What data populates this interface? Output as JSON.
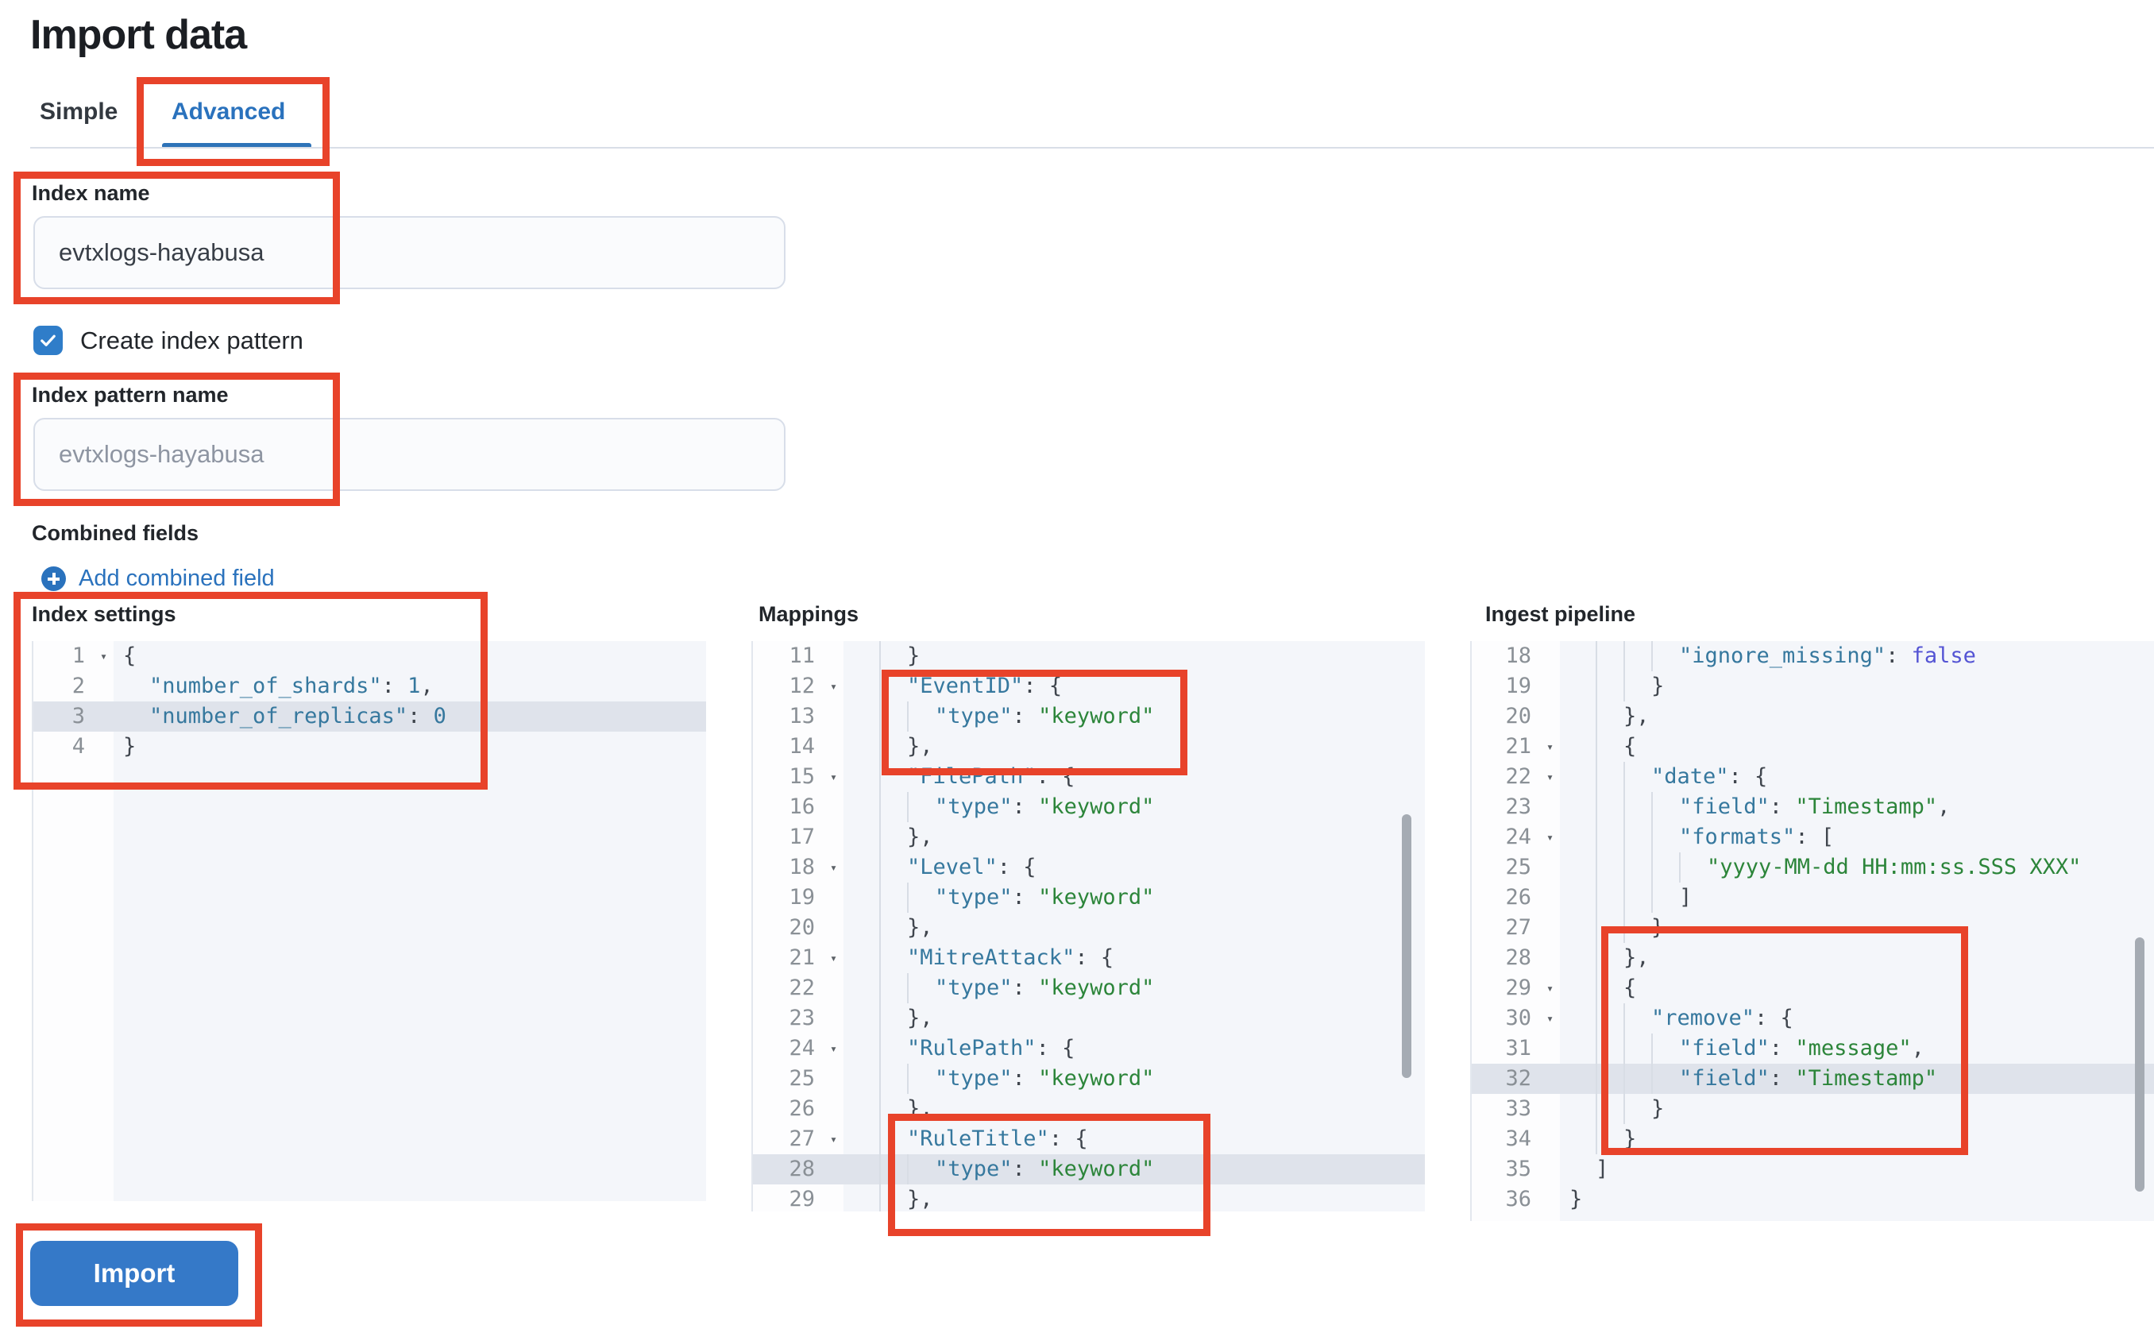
{
  "page": {
    "title": "Import data"
  },
  "tabs": {
    "simple": "Simple",
    "advanced": "Advanced"
  },
  "form": {
    "index_name_label": "Index name",
    "index_name_value": "evtxlogs-hayabusa",
    "create_index_pattern_label": "Create index pattern",
    "create_index_pattern_checked": true,
    "index_pattern_label": "Index pattern name",
    "index_pattern_placeholder": "evtxlogs-hayabusa",
    "combined_fields_label": "Combined fields",
    "add_combined_field_label": "Add combined field"
  },
  "actions": {
    "import_label": "Import"
  },
  "colors": {
    "annotation_red": "#e8432a",
    "link_blue": "#2a72bd",
    "button_blue": "#3579c8",
    "checkbox_blue": "#2f7dc9",
    "code_key": "#36789e",
    "code_string": "#2c853a",
    "code_boolean": "#5454d4",
    "editor_background": "#f4f6fa",
    "active_line": "#dfe3eb"
  },
  "editors": [
    {
      "label": "Index settings",
      "lines": [
        {
          "n": 1,
          "u": 0,
          "fold": true,
          "segs": [
            [
              "p",
              "{"
            ]
          ]
        },
        {
          "n": 2,
          "u": 1,
          "segs": [
            [
              "k",
              "\"number_of_shards\""
            ],
            [
              "p",
              ": "
            ],
            [
              "n",
              "1"
            ],
            [
              "p",
              ","
            ]
          ]
        },
        {
          "n": 3,
          "u": 1,
          "active": true,
          "segs": [
            [
              "k",
              "\"number_of_replicas\""
            ],
            [
              "p",
              ": "
            ],
            [
              "n",
              "0"
            ]
          ]
        },
        {
          "n": 4,
          "u": 0,
          "segs": [
            [
              "p",
              "}"
            ]
          ]
        }
      ]
    },
    {
      "label": "Mappings",
      "lines": [
        {
          "n": 11,
          "u": 2,
          "segs": [
            [
              "p",
              "}"
            ]
          ]
        },
        {
          "n": 12,
          "u": 2,
          "fold": true,
          "segs": [
            [
              "k",
              "\"EventID\""
            ],
            [
              "p",
              ": {"
            ]
          ]
        },
        {
          "n": 13,
          "u": 3,
          "segs": [
            [
              "k",
              "\"type\""
            ],
            [
              "p",
              ": "
            ],
            [
              "s",
              "\"keyword\""
            ]
          ]
        },
        {
          "n": 14,
          "u": 2,
          "segs": [
            [
              "p",
              "},"
            ]
          ]
        },
        {
          "n": 15,
          "u": 2,
          "fold": true,
          "segs": [
            [
              "k",
              "\"FilePath\""
            ],
            [
              "p",
              ": {"
            ]
          ]
        },
        {
          "n": 16,
          "u": 3,
          "segs": [
            [
              "k",
              "\"type\""
            ],
            [
              "p",
              ": "
            ],
            [
              "s",
              "\"keyword\""
            ]
          ]
        },
        {
          "n": 17,
          "u": 2,
          "segs": [
            [
              "p",
              "},"
            ]
          ]
        },
        {
          "n": 18,
          "u": 2,
          "fold": true,
          "segs": [
            [
              "k",
              "\"Level\""
            ],
            [
              "p",
              ": {"
            ]
          ]
        },
        {
          "n": 19,
          "u": 3,
          "segs": [
            [
              "k",
              "\"type\""
            ],
            [
              "p",
              ": "
            ],
            [
              "s",
              "\"keyword\""
            ]
          ]
        },
        {
          "n": 20,
          "u": 2,
          "segs": [
            [
              "p",
              "},"
            ]
          ]
        },
        {
          "n": 21,
          "u": 2,
          "fold": true,
          "segs": [
            [
              "k",
              "\"MitreAttack\""
            ],
            [
              "p",
              ": {"
            ]
          ]
        },
        {
          "n": 22,
          "u": 3,
          "segs": [
            [
              "k",
              "\"type\""
            ],
            [
              "p",
              ": "
            ],
            [
              "s",
              "\"keyword\""
            ]
          ]
        },
        {
          "n": 23,
          "u": 2,
          "segs": [
            [
              "p",
              "},"
            ]
          ]
        },
        {
          "n": 24,
          "u": 2,
          "fold": true,
          "segs": [
            [
              "k",
              "\"RulePath\""
            ],
            [
              "p",
              ": {"
            ]
          ]
        },
        {
          "n": 25,
          "u": 3,
          "segs": [
            [
              "k",
              "\"type\""
            ],
            [
              "p",
              ": "
            ],
            [
              "s",
              "\"keyword\""
            ]
          ]
        },
        {
          "n": 26,
          "u": 2,
          "segs": [
            [
              "p",
              "},"
            ]
          ]
        },
        {
          "n": 27,
          "u": 2,
          "fold": true,
          "segs": [
            [
              "k",
              "\"RuleTitle\""
            ],
            [
              "p",
              ": {"
            ]
          ]
        },
        {
          "n": 28,
          "u": 3,
          "active": true,
          "segs": [
            [
              "k",
              "\"type\""
            ],
            [
              "p",
              ": "
            ],
            [
              "s",
              "\"keyword\""
            ]
          ]
        },
        {
          "n": 29,
          "u": 2,
          "segs": [
            [
              "p",
              "},"
            ]
          ]
        }
      ]
    },
    {
      "label": "Ingest pipeline",
      "lines": [
        {
          "n": 18,
          "u": 4,
          "segs": [
            [
              "k",
              "\"ignore_missing\""
            ],
            [
              "p",
              ": "
            ],
            [
              "b",
              "false"
            ]
          ]
        },
        {
          "n": 19,
          "u": 3,
          "segs": [
            [
              "p",
              "}"
            ]
          ]
        },
        {
          "n": 20,
          "u": 2,
          "segs": [
            [
              "p",
              "},"
            ]
          ]
        },
        {
          "n": 21,
          "u": 2,
          "fold": true,
          "segs": [
            [
              "p",
              "{"
            ]
          ]
        },
        {
          "n": 22,
          "u": 3,
          "fold": true,
          "segs": [
            [
              "k",
              "\"date\""
            ],
            [
              "p",
              ": {"
            ]
          ]
        },
        {
          "n": 23,
          "u": 4,
          "segs": [
            [
              "k",
              "\"field\""
            ],
            [
              "p",
              ": "
            ],
            [
              "s",
              "\"Timestamp\""
            ],
            [
              "p",
              ","
            ]
          ]
        },
        {
          "n": 24,
          "u": 4,
          "fold": true,
          "segs": [
            [
              "k",
              "\"formats\""
            ],
            [
              "p",
              ": ["
            ]
          ]
        },
        {
          "n": 25,
          "u": 5,
          "segs": [
            [
              "s",
              "\"yyyy-MM-dd HH:mm:ss.SSS XXX\""
            ]
          ]
        },
        {
          "n": 26,
          "u": 4,
          "segs": [
            [
              "p",
              "]"
            ]
          ]
        },
        {
          "n": 27,
          "u": 3,
          "segs": [
            [
              "p",
              "}"
            ]
          ]
        },
        {
          "n": 28,
          "u": 2,
          "segs": [
            [
              "p",
              "},"
            ]
          ]
        },
        {
          "n": 29,
          "u": 2,
          "fold": true,
          "segs": [
            [
              "p",
              "{"
            ]
          ]
        },
        {
          "n": 30,
          "u": 3,
          "fold": true,
          "segs": [
            [
              "k",
              "\"remove\""
            ],
            [
              "p",
              ": {"
            ]
          ]
        },
        {
          "n": 31,
          "u": 4,
          "segs": [
            [
              "k",
              "\"field\""
            ],
            [
              "p",
              ": "
            ],
            [
              "s",
              "\"message\""
            ],
            [
              "p",
              ","
            ]
          ]
        },
        {
          "n": 32,
          "u": 4,
          "active": true,
          "segs": [
            [
              "k",
              "\"field\""
            ],
            [
              "p",
              ": "
            ],
            [
              "s",
              "\"Timestamp\""
            ]
          ]
        },
        {
          "n": 33,
          "u": 3,
          "segs": [
            [
              "p",
              "}"
            ]
          ]
        },
        {
          "n": 34,
          "u": 2,
          "segs": [
            [
              "p",
              "}"
            ]
          ]
        },
        {
          "n": 35,
          "u": 1,
          "segs": [
            [
              "p",
              "]"
            ]
          ]
        },
        {
          "n": 36,
          "u": 0,
          "segs": [
            [
              "p",
              "}"
            ]
          ]
        }
      ]
    }
  ]
}
